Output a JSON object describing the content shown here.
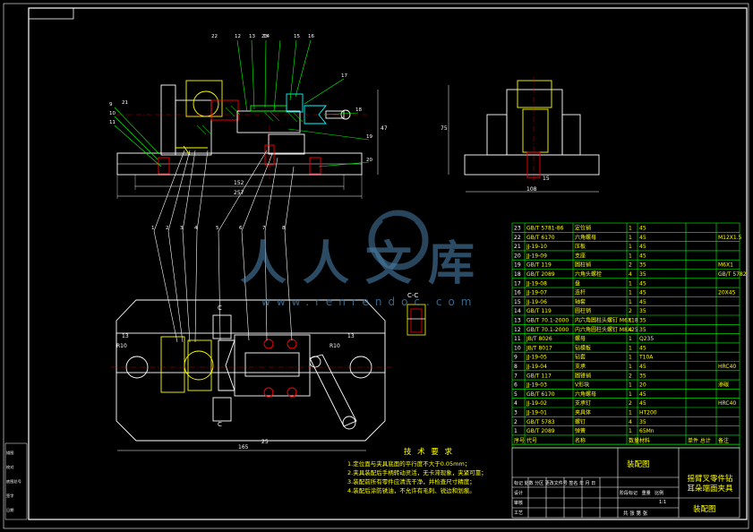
{
  "drawing": {
    "title_block": {
      "drawing_name_line1": "摇臂叉零件钻",
      "drawing_name_line2": "耳朵端面夹具",
      "doc_type": "装配图",
      "doc_type_lower": "装配图",
      "scale": "1:1",
      "sheet_footer": "共 张 第 张",
      "rows_left": [
        "标记 处数 分区 更改文件号 签名 年 月 日",
        "设计",
        "审核",
        "工艺"
      ],
      "cols": [
        "阶段标记",
        "重量",
        "比例"
      ]
    },
    "bom": {
      "header": [
        "序号",
        "代号",
        "名称",
        "数量",
        "材料",
        "单件 总计",
        "备注"
      ],
      "rows": [
        [
          "23",
          "GB/T 5781-86",
          "定位销",
          "1",
          "45",
          ""
        ],
        [
          "22",
          "GB/T 6170",
          "六角螺母",
          "1",
          "45",
          "M12X1.5"
        ],
        [
          "21",
          "JJ-19-10",
          "压板",
          "1",
          "45",
          ""
        ],
        [
          "20",
          "JJ-19-09",
          "支座",
          "1",
          "45",
          ""
        ],
        [
          "19",
          "GB/T 119",
          "圆柱销",
          "2",
          "35",
          "M6X1"
        ],
        [
          "18",
          "GB/T 2089",
          "六角头螺栓",
          "4",
          "35",
          "GB/T 5782"
        ],
        [
          "17",
          "JJ-19-08",
          "盘",
          "1",
          "45",
          ""
        ],
        [
          "16",
          "JJ-19-07",
          "连杆",
          "1",
          "45",
          "20X45"
        ],
        [
          "15",
          "JJ-19-06",
          "轴套",
          "1",
          "45",
          ""
        ],
        [
          "14",
          "GB/T 119",
          "圆柱销",
          "2",
          "35",
          ""
        ],
        [
          "13",
          "GB/T 70.1-2000",
          "内六角圆柱头螺钉 M6X18",
          "1",
          "35",
          ""
        ],
        [
          "12",
          "GB/T 70.1-2000",
          "内六角圆柱头螺钉 M8X25",
          "4",
          "35",
          ""
        ],
        [
          "11",
          "JB/T 8026",
          "螺母",
          "1",
          "Q235",
          ""
        ],
        [
          "10",
          "JB/T 8017",
          "钻模板",
          "1",
          "45",
          ""
        ],
        [
          "9",
          "JJ-19-05",
          "钻套",
          "1",
          "T10A",
          ""
        ],
        [
          "8",
          "JJ-19-04",
          "支承",
          "1",
          "45",
          "HRC40"
        ],
        [
          "7",
          "GB/T 117",
          "圆锥销",
          "2",
          "35",
          ""
        ],
        [
          "6",
          "JJ-19-03",
          "V形块",
          "1",
          "20",
          "渗碳"
        ],
        [
          "5",
          "GB/T 6170",
          "六角螺母",
          "1",
          "45",
          ""
        ],
        [
          "4",
          "JJ-19-02",
          "支承钉",
          "2",
          "45",
          "HRC40"
        ],
        [
          "3",
          "JJ-19-01",
          "夹具体",
          "1",
          "HT200",
          ""
        ],
        [
          "2",
          "GB/T 5783",
          "螺钉",
          "4",
          "35",
          ""
        ],
        [
          "1",
          "GB/T 2089",
          "弹簧",
          "1",
          "65Mn",
          ""
        ]
      ]
    },
    "tech_requirements": {
      "heading": "技 术 要 求",
      "items": [
        "1.定位面与夹具底面的平行度不大于0.05mm；",
        "2.夹具装配后手柄转动灵活，无卡滞现象，夹紧可靠；",
        "3.装配前所有零件应清洗干净，并检查尺寸精度；",
        "4.装配后涂防锈油，不允许有毛刺、锐边和划痕。"
      ]
    },
    "section_label": "C-C",
    "section_marks": [
      "C",
      "C"
    ],
    "dimensions": {
      "front_width_inner": "152",
      "front_width_total": "257",
      "front_height": "47",
      "side_width": "108",
      "side_height": "75",
      "side_small": "15",
      "top_width": "165",
      "top_left_radius": "R10",
      "top_right_radius": "R10",
      "top_left_h": "13",
      "top_right_h": "13",
      "top_diag": "25"
    },
    "part_balloons_front": [
      "1",
      "2",
      "3",
      "4",
      "5",
      "6",
      "7",
      "8",
      "9",
      "10",
      "11",
      "12",
      "13",
      "14",
      "15"
    ],
    "part_balloons_top": [
      "16",
      "17",
      "18",
      "19",
      "20",
      "21",
      "22",
      "23"
    ],
    "watermark": {
      "main": "人人文库",
      "url": "www.renrendoc.com"
    },
    "left_strip": [
      "描图",
      "校对",
      "底图总号",
      "签字",
      "日期"
    ]
  }
}
